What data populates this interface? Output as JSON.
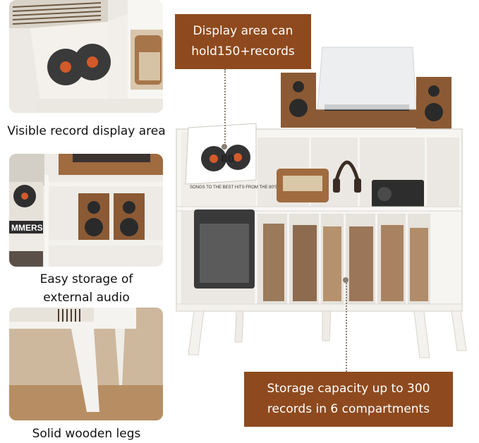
{
  "panels": [
    {
      "caption": "Visible record display area"
    },
    {
      "caption_line1": "Easy storage of",
      "caption_line2": "external audio"
    },
    {
      "caption": "Solid wooden legs"
    }
  ],
  "callouts": {
    "display_line1": "Display area can",
    "display_line2": "hold150+records",
    "storage_line1": "Storage capacity  up to 300",
    "storage_line2": "records in 6 compartments"
  },
  "product_text": {
    "record_graphic": "80",
    "record_sleeve_small": "SONGS TO THE BEST HITS FROM THE 80'S",
    "sleeve_fragment": "MMERS"
  },
  "colors": {
    "callout_bg": "#8e4a1e",
    "cabinet": "#f6f5f2",
    "wood": "#8a5a36",
    "floor": "#b78e63"
  }
}
